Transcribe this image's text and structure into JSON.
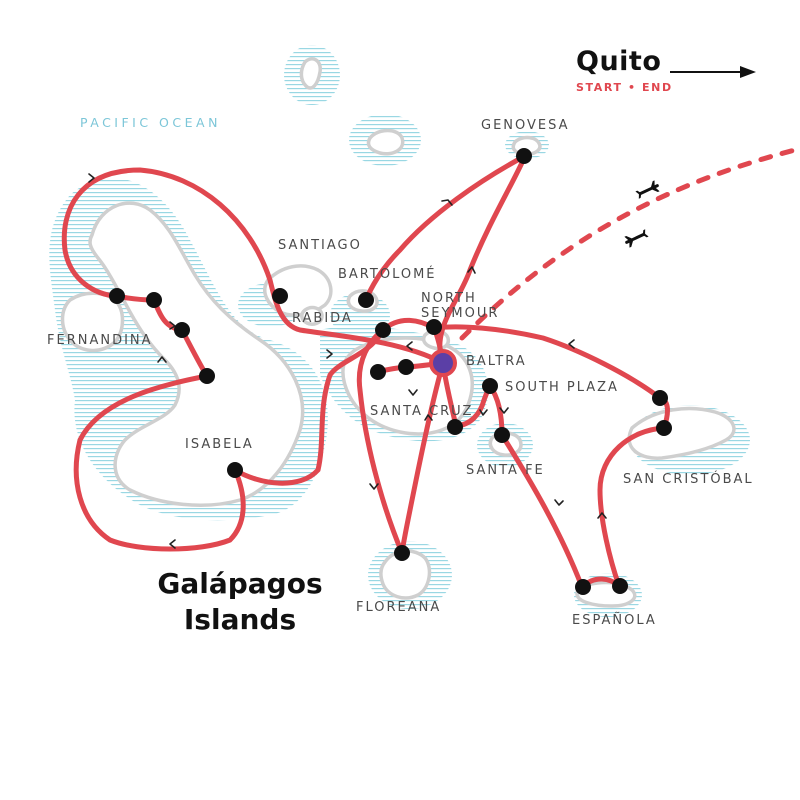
{
  "map_title": {
    "line1": "Galápagos",
    "line2": "Islands"
  },
  "ocean_label": "PACIFIC OCEAN",
  "start_end": {
    "city": "Quito",
    "subtitle": "START • END"
  },
  "places": [
    {
      "id": "genovesa",
      "name": "GENOVESA"
    },
    {
      "id": "santiago",
      "name": "SANTIAGO"
    },
    {
      "id": "bartolome",
      "name": "BARTOLOMÉ"
    },
    {
      "id": "north-seymour",
      "name": "NORTH\nSEYMOUR"
    },
    {
      "id": "rabida",
      "name": "RABIDA"
    },
    {
      "id": "baltra",
      "name": "BALTRA"
    },
    {
      "id": "fernandina",
      "name": "FERNANDINA"
    },
    {
      "id": "south-plaza",
      "name": "SOUTH PLAZA"
    },
    {
      "id": "santa-cruz",
      "name": "SANTA CRUZ"
    },
    {
      "id": "santa-fe",
      "name": "SANTA FE"
    },
    {
      "id": "isabela",
      "name": "ISABELA"
    },
    {
      "id": "san-cristobal",
      "name": "SAN CRISTÓBAL"
    },
    {
      "id": "floreana",
      "name": "FLOREANA"
    },
    {
      "id": "espanola",
      "name": "ESPAÑOLA"
    }
  ],
  "colors": {
    "route": "#e0474f",
    "stop": "#111111",
    "hub_fill": "#5b3fa6",
    "island_outline": "#cfcfcf",
    "water_hatch": "#8fd3e0",
    "text": "#4a4a4a"
  },
  "icons": [
    "airplane-icon",
    "arrow-right-icon",
    "stop-dot-icon",
    "hub-marker-icon"
  ]
}
